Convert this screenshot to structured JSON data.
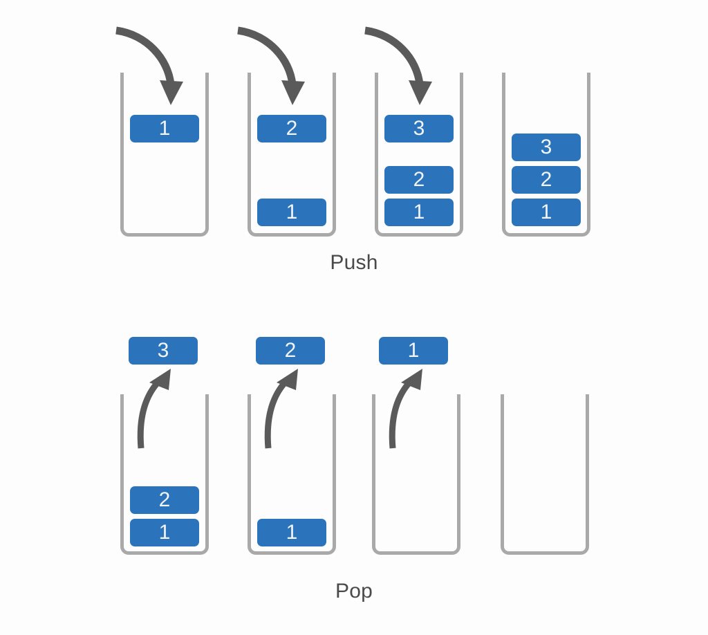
{
  "diagram": {
    "title_push": "Push",
    "title_pop": "Pop",
    "colors": {
      "block_fill": "#2b74bb",
      "block_text": "#f2f4f6",
      "container_stroke": "#a9a9a9",
      "arrow_stroke": "#5a5a5a",
      "label_text": "#4a4a4a",
      "background": "#fdfdfd"
    },
    "push_row": {
      "label": "Push",
      "steps": [
        {
          "name": "push-step-1",
          "incoming_value": "1",
          "blocks": [
            "1"
          ],
          "has_incoming_arrow": true,
          "arrow_direction": "down"
        },
        {
          "name": "push-step-2",
          "incoming_value": "2",
          "blocks": [
            "2",
            "1"
          ],
          "has_incoming_arrow": true,
          "arrow_direction": "down"
        },
        {
          "name": "push-step-3",
          "incoming_value": "3",
          "blocks": [
            "3",
            "2",
            "1"
          ],
          "has_incoming_arrow": true,
          "arrow_direction": "down"
        },
        {
          "name": "push-step-4",
          "incoming_value": "",
          "blocks": [
            "3",
            "2",
            "1"
          ],
          "has_incoming_arrow": false,
          "arrow_direction": "none"
        }
      ]
    },
    "pop_row": {
      "label": "Pop",
      "steps": [
        {
          "name": "pop-step-1",
          "popped_value": "3",
          "blocks": [
            "2",
            "1"
          ],
          "has_outgoing_arrow": true,
          "arrow_direction": "up"
        },
        {
          "name": "pop-step-2",
          "popped_value": "2",
          "blocks": [
            "1"
          ],
          "has_outgoing_arrow": true,
          "arrow_direction": "up"
        },
        {
          "name": "pop-step-3",
          "popped_value": "1",
          "blocks": [],
          "has_outgoing_arrow": true,
          "arrow_direction": "up"
        },
        {
          "name": "pop-step-4",
          "popped_value": "",
          "blocks": [],
          "has_outgoing_arrow": false,
          "arrow_direction": "none"
        }
      ]
    }
  }
}
